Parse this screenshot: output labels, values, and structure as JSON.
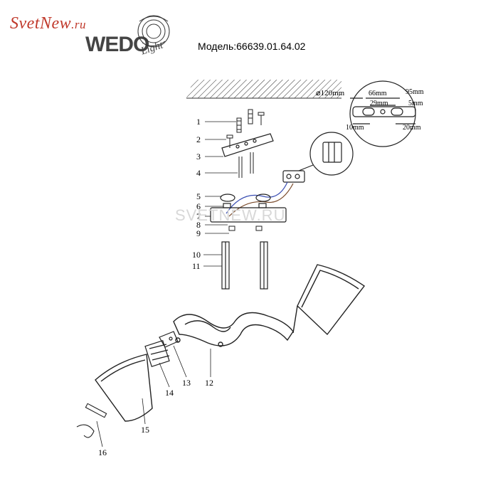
{
  "brand": {
    "script_main": "SvetNew",
    "script_suffix": ".ru",
    "logo_main": "WEDO",
    "logo_sub": "Light"
  },
  "model_label": "Модель:66639.01.64.02",
  "watermark": "SVETNEW.RU",
  "dimensions": {
    "diameter": "⌀120mm",
    "width_66": "66mm",
    "width_29": "29mm",
    "width_95": "95mm",
    "width_5": "5mm",
    "width_10": "10mm",
    "width_20": "20mm"
  },
  "parts": [
    "1",
    "2",
    "3",
    "4",
    "5",
    "6",
    "7",
    "8",
    "9",
    "10",
    "11",
    "12",
    "13",
    "14",
    "15",
    "16"
  ]
}
